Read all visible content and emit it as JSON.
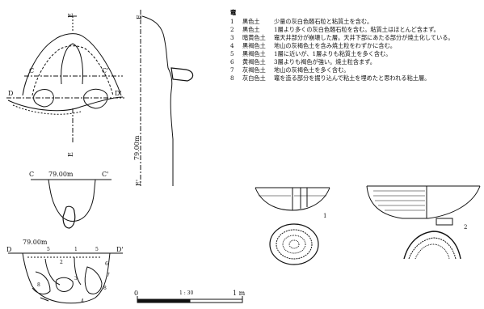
{
  "section_labels": {
    "e_top": "E",
    "e_right": "E",
    "e_middle": "E",
    "e_prime_bottom": "E'",
    "c": "C",
    "c_prime": "C'",
    "d": "D",
    "d_prime": "D'",
    "c2": "C",
    "c2_prime": "C'",
    "d2": "D",
    "d2_prime": "D'",
    "elev_right": "79.00m",
    "elev_cc": "79.00m",
    "elev_dd": "79.00m"
  },
  "profile_layers": [
    "1",
    "2",
    "3",
    "4",
    "5",
    "5",
    "6",
    "7",
    "8",
    "8"
  ],
  "legend": {
    "title": "竈",
    "items": [
      {
        "no": "1",
        "name": "黒色土",
        "desc": "少量の灰白色軽石粒と粘質土を含む。"
      },
      {
        "no": "2",
        "name": "黒色土",
        "desc": "1層より多くの灰白色軽石粒を含む。粘質土はほとんど含まず。"
      },
      {
        "no": "3",
        "name": "暗黄色土",
        "desc": "竈天井部分が崩壊した層。天井下部にあたる部分が焼土化している。"
      },
      {
        "no": "4",
        "name": "黒褐色土",
        "desc": "地山の灰褐色土を含み焼土粒をわずかに含む。"
      },
      {
        "no": "5",
        "name": "黒褐色土",
        "desc": "1層に近いが、1層よりも粘質土を多く含む。"
      },
      {
        "no": "6",
        "name": "黄褐色土",
        "desc": "3層よりも褐色が強い。焼土粒含まず。"
      },
      {
        "no": "7",
        "name": "灰褐色土",
        "desc": "地山の灰褐色土を多く含む。"
      },
      {
        "no": "8",
        "name": "灰白色土",
        "desc": "竈を造る部分を掘り込んで粘土を埋めたと思われる粘土層。"
      }
    ]
  },
  "artifacts": [
    {
      "no": "1"
    },
    {
      "no": "2"
    }
  ],
  "scale": {
    "start": "0",
    "mid": "1 : 30",
    "end": "1 m"
  }
}
